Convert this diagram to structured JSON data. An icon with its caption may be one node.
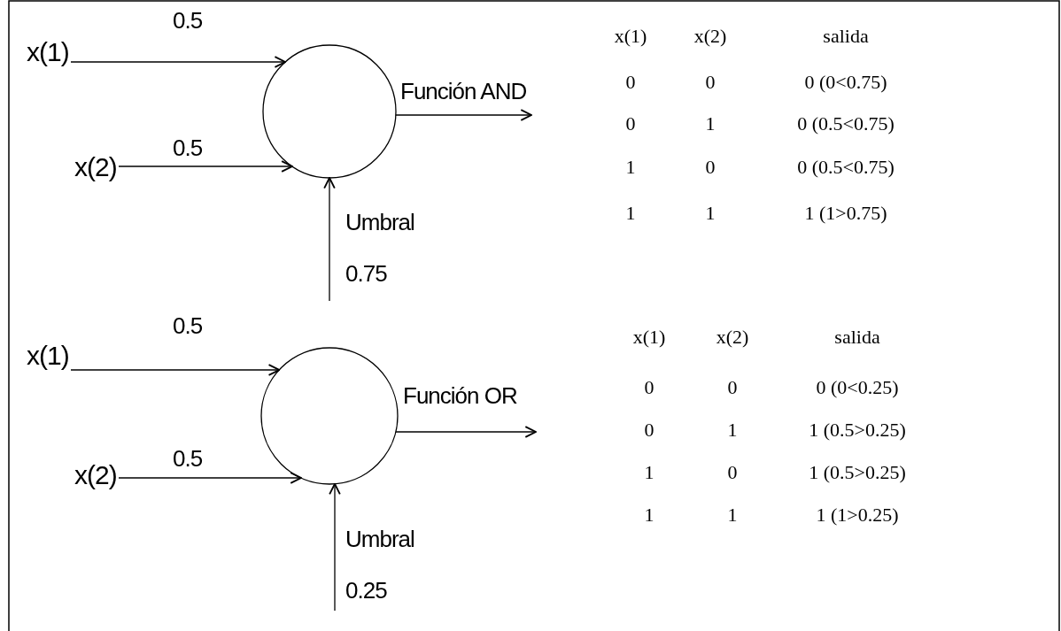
{
  "diagram": {
    "nodes": [
      {
        "text": [
          "x(1)"
        ]
      },
      {
        "text": [
          "x(2)"
        ]
      },
      {
        "text": [],
        "shape": "circle"
      },
      {
        "text": [
          "x(1)"
        ]
      },
      {
        "text": [
          "x(2)"
        ]
      },
      {
        "text": [],
        "shape": "circle"
      }
    ],
    "edges": [
      {
        "from": 0,
        "to": 2,
        "arrow": "to",
        "label": "0.5"
      },
      {
        "from": 1,
        "to": 2,
        "arrow": "to",
        "label": "0.5"
      },
      {
        "from": null,
        "to": 2,
        "arrow": "to",
        "label": "Umbral 0.75"
      },
      {
        "from": 2,
        "to": null,
        "arrow": "to",
        "label": "Función AND"
      },
      {
        "from": 3,
        "to": 5,
        "arrow": "to",
        "label": "0.5"
      },
      {
        "from": 4,
        "to": 5,
        "arrow": "to",
        "label": "0.5"
      },
      {
        "from": null,
        "to": 5,
        "arrow": "to",
        "label": "Umbral 0.25"
      },
      {
        "from": 5,
        "to": null,
        "arrow": "to",
        "label": "Función OR"
      }
    ],
    "labels": [
      "x(1)",
      "x(2)",
      "salida",
      "0",
      "0",
      "0 (0<0.75)",
      "0",
      "1",
      "0 (0.5<0.75)",
      "1",
      "0",
      "0 (0.5<0.75)",
      "1",
      "1",
      "1 (1>0.75)",
      "x(1)",
      "x(2)",
      "salida",
      "0",
      "0",
      "0 (0<0.25)",
      "0",
      "1",
      "1 (0.5>0.25)",
      "1",
      "0",
      "1 (0.5>0.25)",
      "1",
      "1",
      "1 (1>0.25)"
    ]
  }
}
